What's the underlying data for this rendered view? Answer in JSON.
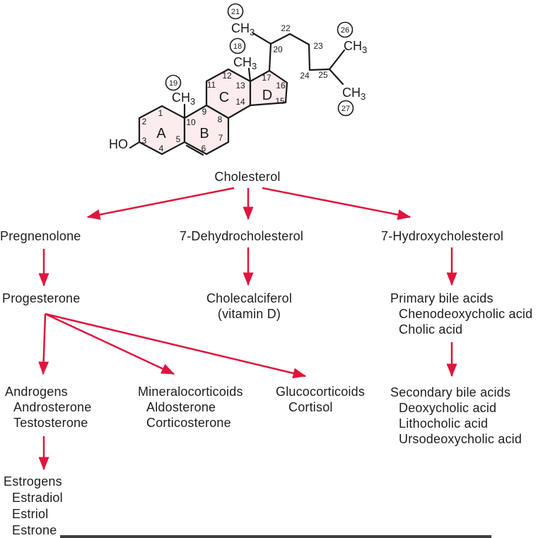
{
  "title": "Cholesterol",
  "structure": {
    "hydroxyl": "HO",
    "methyl": {
      "base": "CH",
      "sub": "3"
    },
    "rings": {
      "a": "A",
      "b": "B",
      "c": "C",
      "d": "D"
    },
    "carbons": {
      "c1": "1",
      "c2": "2",
      "c3": "3",
      "c4": "4",
      "c5": "5",
      "c6": "6",
      "c7": "7",
      "c8": "8",
      "c9": "9",
      "c10": "10",
      "c11": "11",
      "c12": "12",
      "c13": "13",
      "c14": "14",
      "c15": "15",
      "c16": "16",
      "c17": "17",
      "c20": "20",
      "c22": "22",
      "c23": "23",
      "c24": "24",
      "c25": "25"
    },
    "circled": {
      "n18": "18",
      "n19": "19",
      "n21": "21",
      "n26": "26",
      "n27": "27"
    }
  },
  "nodes": {
    "pregnenolone": {
      "label": "Pregnenolone"
    },
    "dehydro": {
      "label": "7-Dehydrocholesterol"
    },
    "hydroxy": {
      "label": "7-Hydroxycholesterol"
    },
    "progesterone": {
      "label": "Progesterone"
    },
    "cholecalciferol": {
      "line1": "Cholecalciferol",
      "line2": "(vitamin D)"
    },
    "primary_bile": {
      "title": "Primary bile acids",
      "items": [
        "Chenodeoxycholic acid",
        "Cholic acid"
      ]
    },
    "androgens": {
      "title": "Androgens",
      "items": [
        "Androsterone",
        "Testosterone"
      ]
    },
    "mineralocorticoids": {
      "title": "Mineralocorticoids",
      "items": [
        "Aldosterone",
        "Corticosterone"
      ]
    },
    "glucocorticoids": {
      "title": "Glucocorticoids",
      "items": [
        "Cortisol"
      ]
    },
    "secondary_bile": {
      "title": "Secondary bile acids",
      "items": [
        "Deoxycholic acid",
        "Lithocholic acid",
        "Ursodeoxycholic acid"
      ]
    },
    "estrogens": {
      "title": "Estrogens",
      "items": [
        "Estradiol",
        "Estriol",
        "Estrone"
      ]
    }
  },
  "colors": {
    "arrow": "#e0143c",
    "ring_fill": "#fcecee",
    "line": "#1b1b1b"
  }
}
